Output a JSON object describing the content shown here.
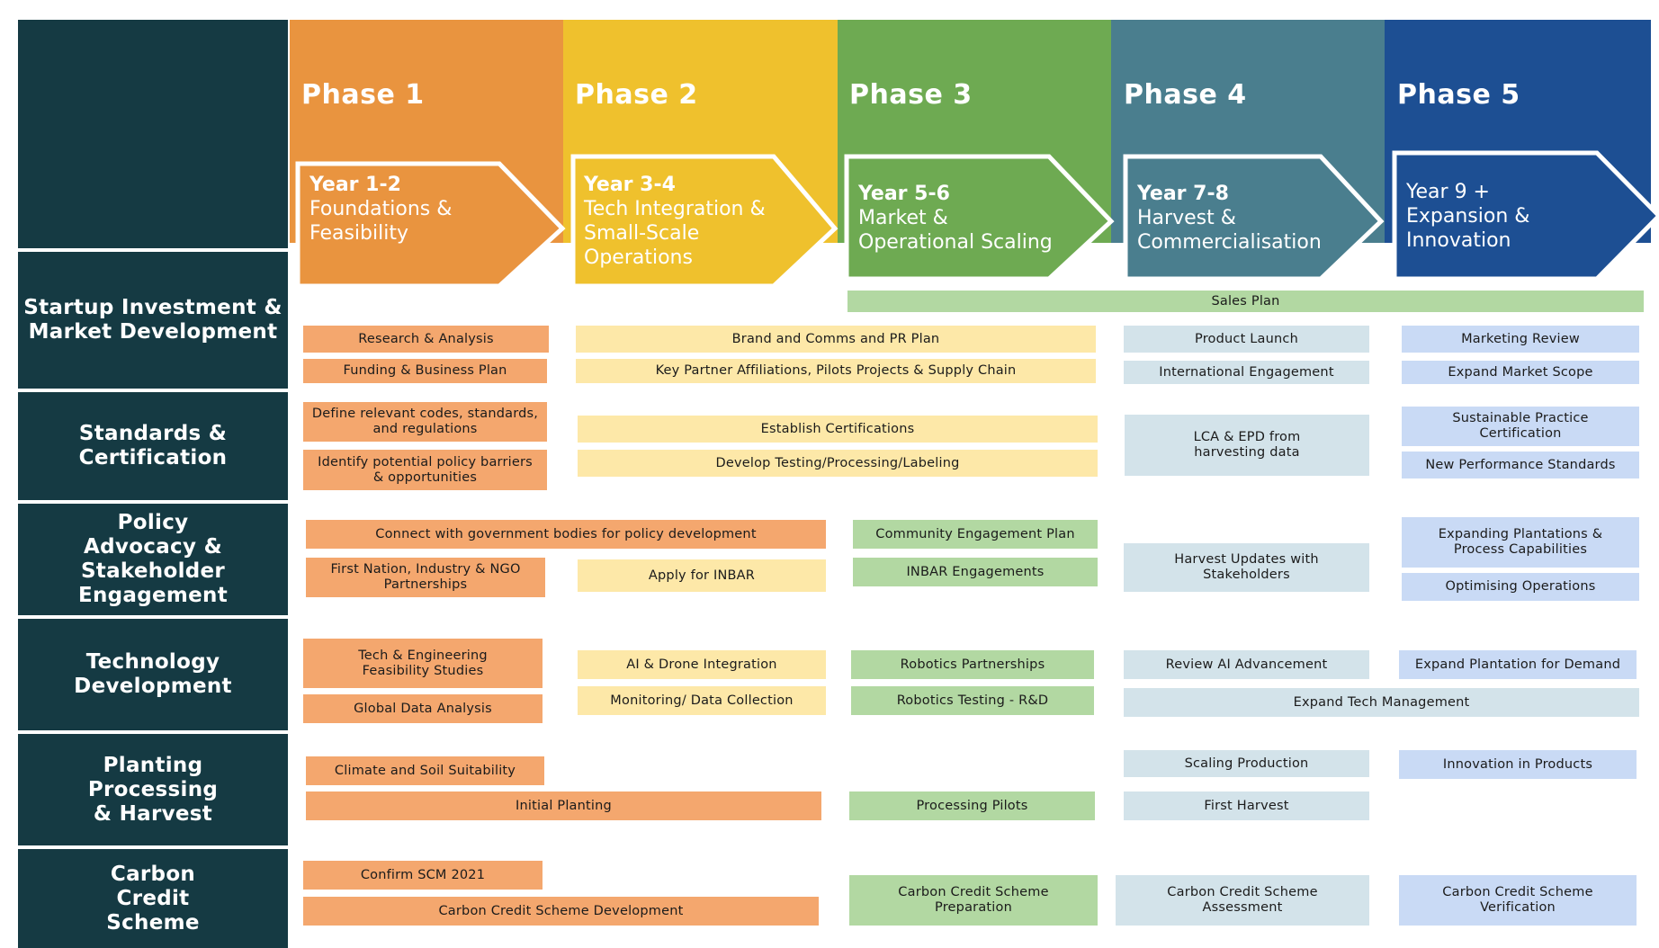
{
  "colors": {
    "label_bg": "#153a43",
    "phase1": "#e9943f",
    "phase2": "#efc12d",
    "phase3": "#6eaa52",
    "phase4": "#4a7e8e",
    "phase5": "#1d4f93",
    "task1": "#f4a76e",
    "task2": "#fde8a8",
    "task3": "#b2d8a2",
    "task4": "#d3e3ea",
    "task5": "#c9daf5"
  },
  "phases": [
    {
      "title": "Phase 1",
      "year": "Year 1-2",
      "lines": [
        "Foundations &",
        "Feasibility"
      ]
    },
    {
      "title": "Phase 2",
      "year": "Year 3-4",
      "lines": [
        "Tech Integration &",
        "Small-Scale",
        "Operations"
      ]
    },
    {
      "title": "Phase 3",
      "year": "Year 5-6",
      "lines": [
        "Market &",
        "Operational Scaling"
      ]
    },
    {
      "title": "Phase 4",
      "year": "Year 7-8",
      "lines": [
        "Harvest &",
        "Commercialisation"
      ]
    },
    {
      "title": "Phase 5",
      "year": "Year 9 +",
      "lines": [
        "Expansion &",
        "Innovation"
      ]
    }
  ],
  "rows": [
    "Startup Investment & Market Development",
    "Standards & Certification",
    "Policy Advocacy & Stakeholder Engagement",
    "Technology Development",
    "Planting Processing & Harvest",
    "Carbon Credit Scheme"
  ],
  "tasks": {
    "sales_plan": "Sales Plan",
    "research_analysis": "Research & Analysis",
    "funding_business_plan": "Funding & Business Plan",
    "brand_comms_pr": "Brand and Comms and PR Plan",
    "key_partner": "Key Partner Affiliations, Pilots Projects & Supply Chain",
    "product_launch": "Product Launch",
    "international_engagement": "International Engagement",
    "marketing_review": "Marketing Review",
    "expand_market_scope": "Expand Market Scope",
    "define_codes": "Define relevant codes, standards, and regulations",
    "identify_barriers": "Identify potential policy barriers & opportunities",
    "establish_cert": "Establish Certifications",
    "develop_testing": "Develop Testing/Processing/Labeling",
    "lca_epd": "LCA & EPD from harvesting data",
    "sustainable_practice": "Sustainable Practice Certification",
    "new_performance": "New Performance Standards",
    "connect_gov": "Connect with government bodies for policy development",
    "first_nation": "First Nation, Industry & NGO Partnerships",
    "apply_inbar": "Apply for INBAR",
    "community_plan": "Community Engagement Plan",
    "inbar_engagements": "INBAR Engagements",
    "harvest_updates": "Harvest Updates with Stakeholders",
    "expanding_plantations": "Expanding Plantations & Process Capabilities",
    "optimising_ops": "Optimising Operations",
    "tech_feasibility": "Tech & Engineering Feasibility Studies",
    "global_data": "Global Data Analysis",
    "ai_drone": "AI & Drone Integration",
    "monitoring_data": "Monitoring/ Data Collection",
    "robotics_partnerships": "Robotics Partnerships",
    "robotics_testing": "Robotics Testing - R&D",
    "review_ai": "Review AI Advancement",
    "expand_plantation_demand": "Expand Plantation for Demand",
    "expand_tech_mgmt": "Expand Tech Management",
    "climate_soil": "Climate and Soil Suitability",
    "initial_planting": "Initial Planting",
    "processing_pilots": "Processing Pilots",
    "scaling_production": "Scaling Production",
    "first_harvest": "First Harvest",
    "innovation_products": "Innovation in Products",
    "confirm_scm": "Confirm SCM 2021",
    "ccs_development": "Carbon Credit Scheme Development",
    "ccs_preparation": "Carbon Credit Scheme Preparation",
    "ccs_assessment": "Carbon Credit Scheme Assessment",
    "ccs_verification": "Carbon Credit Scheme Verification"
  }
}
